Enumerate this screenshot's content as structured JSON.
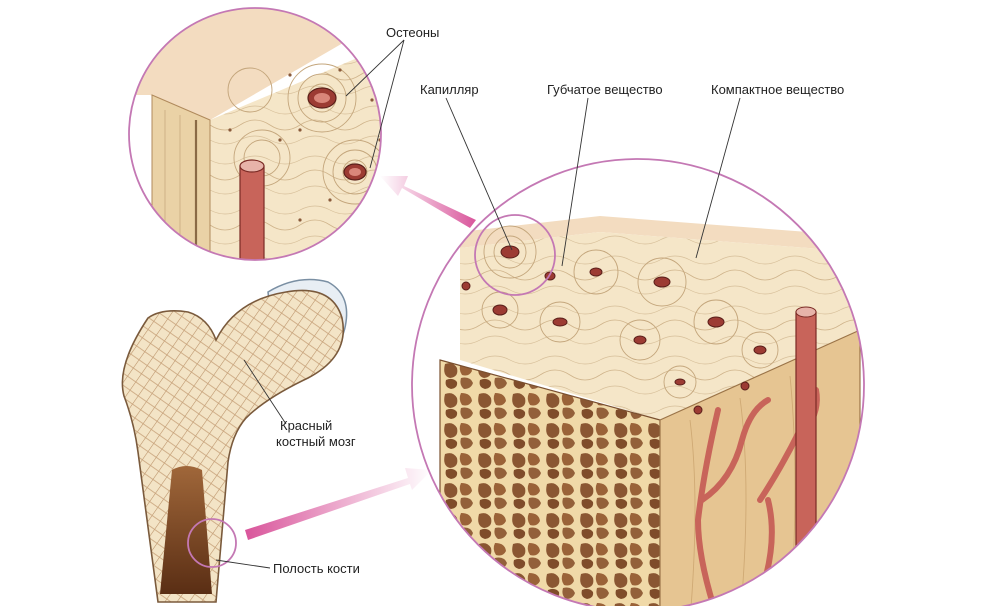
{
  "labels": {
    "osteons": "Остеоны",
    "capillary": "Капилляр",
    "spongy": "Губчатое вещество",
    "compact": "Компактное вещество",
    "marrow_line1": "Красный",
    "marrow_line2": "костный мозг",
    "cavity": "Полость кости"
  },
  "colors": {
    "circle_outline": "#c478b4",
    "arrow": "#d9559b",
    "bone_light": "#f3e4c6",
    "bone_mid": "#d9b98a",
    "vessel": "#c8645a",
    "marrow_dark": "#6b3a1d"
  }
}
